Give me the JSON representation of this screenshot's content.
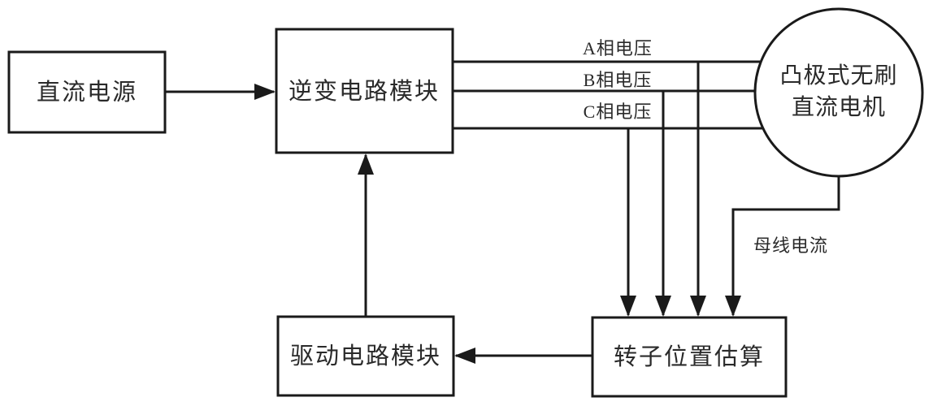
{
  "diagram": {
    "title_hint": "sensorless-bldc-control-block-diagram",
    "colors": {
      "background": "#ffffff",
      "line": "#1a1a1a",
      "text": "#2a2a2a"
    },
    "nodes": {
      "dc_source": {
        "label": "直流电源"
      },
      "inverter": {
        "label": "逆变电路模块"
      },
      "motor": {
        "label_line1": "凸极式无刷",
        "label_line2": "直流电机"
      },
      "rotor_estimator": {
        "label": "转子位置估算"
      },
      "driver": {
        "label": "驱动电路模块"
      }
    },
    "edge_labels": {
      "phase_a": "A相电压",
      "phase_b": "B相电压",
      "phase_c": "C相电压",
      "bus_current": "母线电流"
    }
  }
}
